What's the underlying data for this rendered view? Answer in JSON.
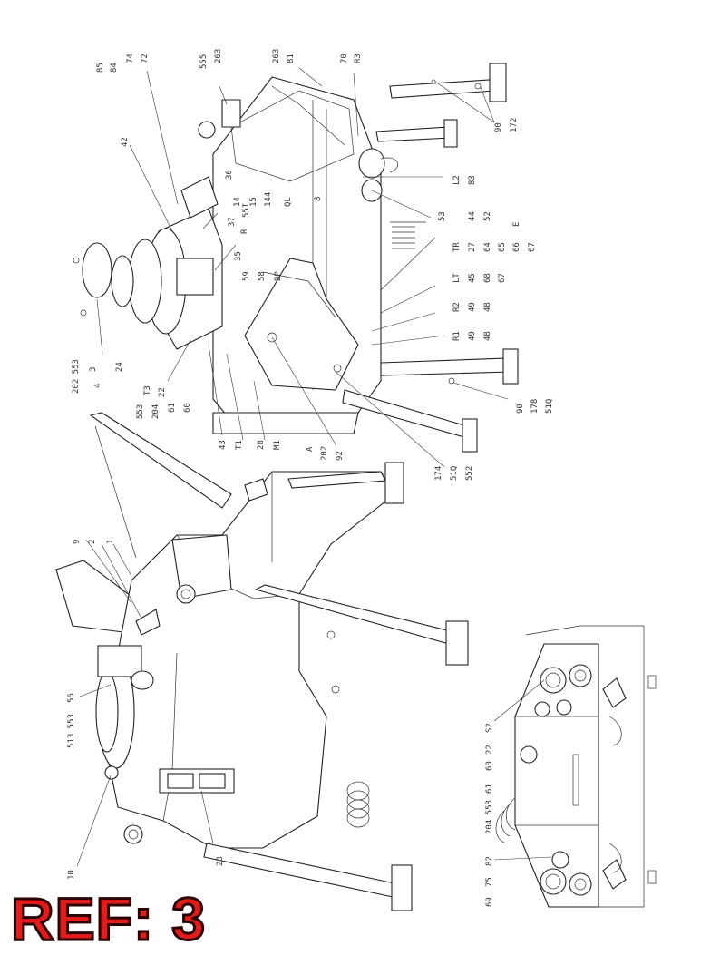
{
  "ref_label": "REF: 3",
  "callouts": {
    "top_assembly": [
      "85",
      "84",
      "74",
      "72",
      "555",
      "263",
      "263",
      "81",
      "70",
      "R3",
      "42",
      "36",
      "14",
      "15",
      "144",
      "QL",
      "8",
      "37",
      "35",
      "59",
      "58",
      "BP",
      "R",
      "55I",
      "L2",
      "83",
      "53",
      "44",
      "52",
      "E",
      "66",
      "67",
      "TR",
      "27",
      "64",
      "65",
      "LT",
      "45",
      "68",
      "67",
      "R2",
      "49",
      "48",
      "R1",
      "49",
      "48",
      "90",
      "172",
      "90",
      "178",
      "51Q",
      "174",
      "51Q",
      "552",
      "202",
      "92",
      "A",
      "43",
      "T1",
      "28",
      "M1",
      "553",
      "204",
      "22",
      "61",
      "60",
      "T3",
      "24",
      "3",
      "4",
      "202 553"
    ],
    "main_view": [
      "9",
      "2",
      "1",
      "56",
      "513 553",
      "10",
      "23"
    ],
    "detail_view": [
      "S2",
      "22",
      "60",
      "61",
      "204 553",
      "82",
      "75",
      "69"
    ]
  }
}
